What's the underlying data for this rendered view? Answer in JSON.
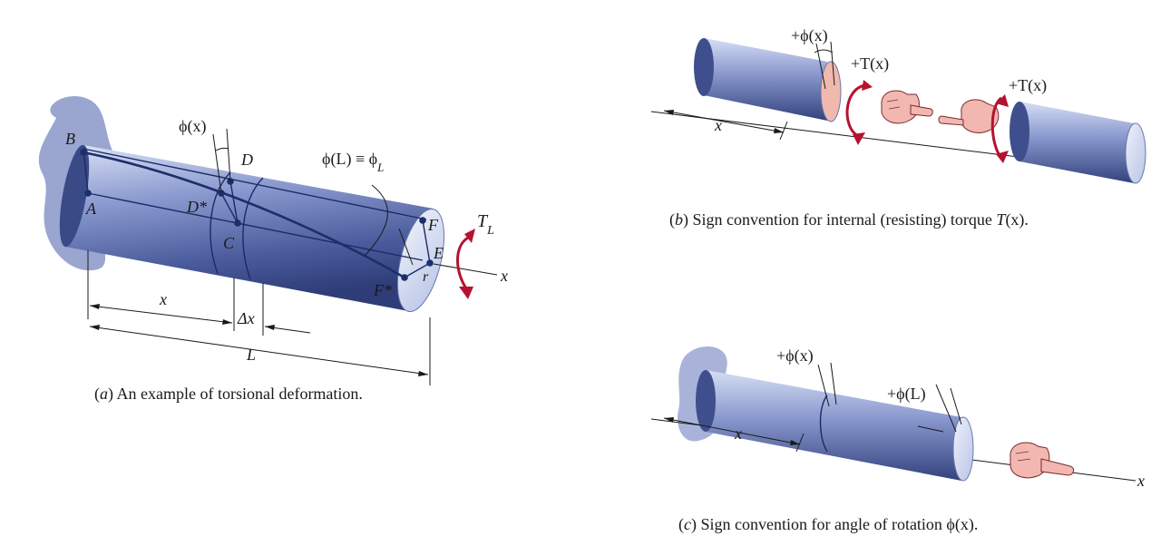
{
  "panel_a": {
    "labels": {
      "B": "B",
      "A": "A",
      "D": "D",
      "D_star": "D*",
      "C": "C",
      "phi_x": "ϕ(x)",
      "phi_L": "ϕ(L) ≡ ϕ",
      "phi_L_sub": "L",
      "F": "F",
      "E": "E",
      "F_star": "F*",
      "r": "r",
      "T_L": "T",
      "T_L_sub": "L",
      "x_axis": "x",
      "x_dim": "x",
      "delta_x": "Δx",
      "L_dim": "L"
    },
    "caption_prefix": "(",
    "caption_letter": "a",
    "caption_text": ") An example of torsional deformation."
  },
  "panel_b": {
    "labels": {
      "phi_x": "+ϕ(x)",
      "T_x_left": "+T(x)",
      "T_x_right": "+T(x)",
      "x_dim": "x"
    },
    "caption_prefix": "(",
    "caption_letter": "b",
    "caption_text": ") Sign convention for internal (resisting) torque ",
    "caption_T": "T",
    "caption_tail": "(x)."
  },
  "panel_c": {
    "labels": {
      "phi_x": "+ϕ(x)",
      "phi_L": "+ϕ(L)",
      "x_dim": "x",
      "x_axis": "x"
    },
    "caption_prefix": "(",
    "caption_letter": "c",
    "caption_text": ") Sign convention for angle of rotation ϕ(x)."
  },
  "colors": {
    "shaft_dark": "#3b4f8e",
    "shaft_light": "#c9d3ef",
    "wall": "#9aa6d0",
    "line_navy": "#1c2f6b",
    "torque_red": "#b5122f",
    "hand": "#f3b7b2"
  },
  "icons": [
    "wall-support-icon",
    "right-hand-thumb-icon",
    "torque-arrow-icon"
  ]
}
